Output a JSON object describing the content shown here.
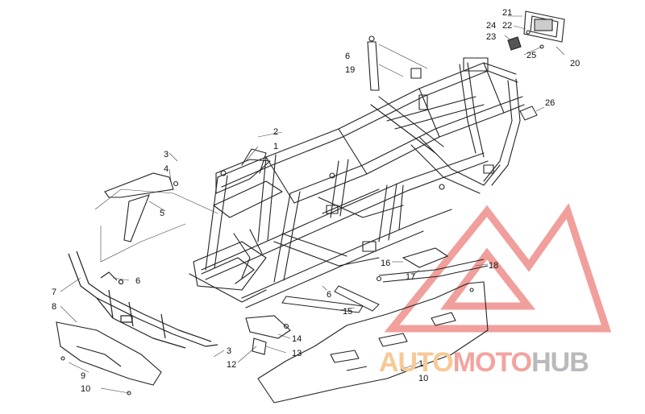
{
  "callouts": [
    "21",
    "22",
    "24",
    "23",
    "25",
    "20",
    "6",
    "19",
    "26",
    "2",
    "1",
    "3",
    "4",
    "5",
    "7",
    "6",
    "8",
    "16",
    "17",
    "18",
    "6",
    "15",
    "14",
    "3",
    "12",
    "13",
    "11",
    "10",
    "9",
    "10"
  ],
  "watermark": {
    "part_a": "AUTO",
    "part_b": "MOTO",
    "part_c": "HUB",
    "colors": {
      "auto": "#f6c995",
      "moto": "#f2a4a0",
      "hub": "#b9b9bd",
      "logo": "#ee8a86"
    }
  },
  "colors": {
    "line": "#222222",
    "background": "#ffffff"
  }
}
